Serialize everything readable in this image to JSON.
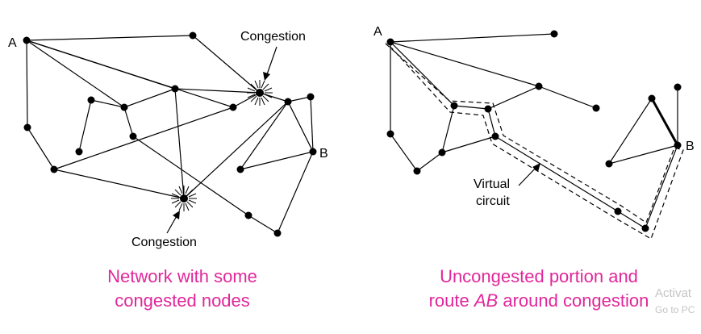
{
  "left": {
    "label_a": "A",
    "label_b": "B",
    "congestion_top": "Congestion",
    "congestion_bottom": "Congestion",
    "caption_line1": "Network with some",
    "caption_line2": "congested nodes"
  },
  "right": {
    "label_a": "A",
    "label_b": "B",
    "virtual_label_line1": "Virtual",
    "virtual_label_line2": "circuit",
    "caption_line1": "Uncongested portion and",
    "caption_line2_pre": "route ",
    "caption_line2_em": "AB",
    "caption_line2_post": " around congestion"
  },
  "watermark": {
    "line1": "Activat",
    "line2": "Go to PC"
  },
  "colors": {
    "caption": "#e0279b",
    "watermark": "#c4c4c4"
  }
}
